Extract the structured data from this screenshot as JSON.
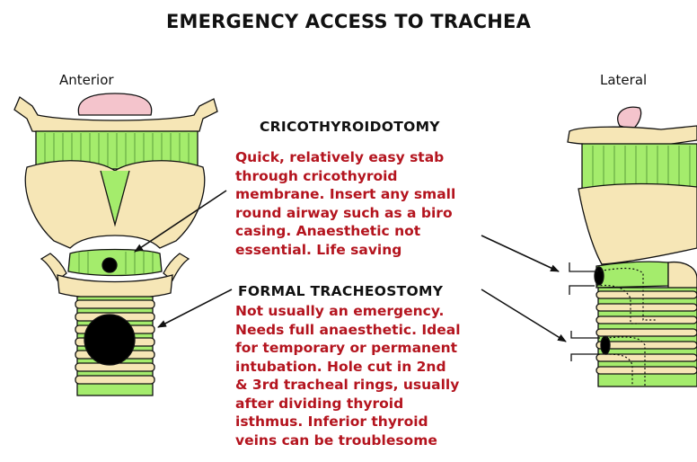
{
  "title": "EMERGENCY ACCESS TO TRACHEA",
  "views": {
    "anterior": "Anterior",
    "lateral": "Lateral"
  },
  "procedures": [
    {
      "heading": "CRICOTHYROIDOTOMY",
      "description": "Quick, relatively easy stab\nthrough cricothyroid\nmembrane.  Insert any small\nround airway such as a biro\ncasing.  Anaesthetic not\nessential.  Life saving"
    },
    {
      "heading": "FORMAL TRACHEOSTOMY",
      "description": "Not usually an emergency.\nNeeds full anaesthetic.  Ideal\nfor temporary or permanent\nintubation.  Hole cut in 2nd\n& 3rd tracheal rings, usually\nafter dividing thyroid\nisthmus.  Inferior thyroid\nveins can be troublesome"
    }
  ],
  "colors": {
    "cartilage": "#f6e6b6",
    "membrane_green": "#a4ec6c",
    "epiglottis_pink": "#f4c4cc",
    "text_red": "#b4141e",
    "outline": "#111111"
  }
}
